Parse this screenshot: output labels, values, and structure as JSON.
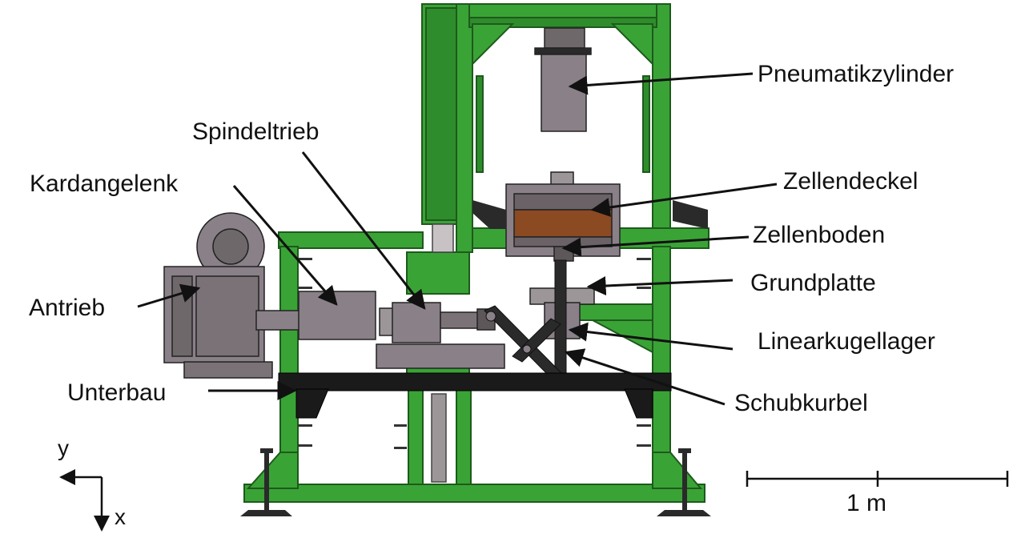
{
  "labels": {
    "pneumatikzylinder": "Pneumatikzylinder",
    "spindeltrieb": "Spindeltrieb",
    "kardangelenk": "Kardangelenk",
    "zellendeckel": "Zellendeckel",
    "zellenboden": "Zellenboden",
    "antrieb": "Antrieb",
    "grundplatte": "Grundplatte",
    "linearkugellager": "Linearkugellager",
    "unterbau": "Unterbau",
    "schubkurbel": "Schubkurbel"
  },
  "axes": {
    "y": "y",
    "x": "x"
  },
  "scale_bar": {
    "label": "1 m"
  },
  "colors": {
    "frame_green": "#3aa336",
    "frame_dark": "#2a7a27",
    "part_gray": "#8a8088",
    "part_dark": "#1e1e1e",
    "soil_brown": "#8b4a22"
  }
}
